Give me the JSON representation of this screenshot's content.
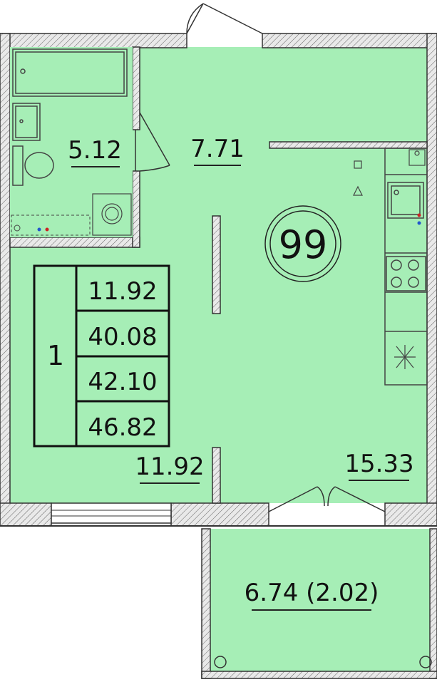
{
  "plan": {
    "apartment_number": "99",
    "rooms": {
      "bathroom_area": "5.12",
      "hallway_area": "7.71",
      "living_room_area": "11.92",
      "kitchen_area": "15.33",
      "balcony_area": "6.74 (2.02)"
    },
    "summary": {
      "room_count": "1",
      "living_area": "11.92",
      "total_area_without_balcony": "40.08",
      "total_area_with_reduced_balcony": "42.10",
      "total_area_with_full_balcony": "46.82"
    }
  },
  "colors": {
    "floor_fill": "#a6eeb6",
    "wall_dark": "#3a3a3a",
    "wall_hatch": "#e6e6e6",
    "line": "#222222"
  }
}
